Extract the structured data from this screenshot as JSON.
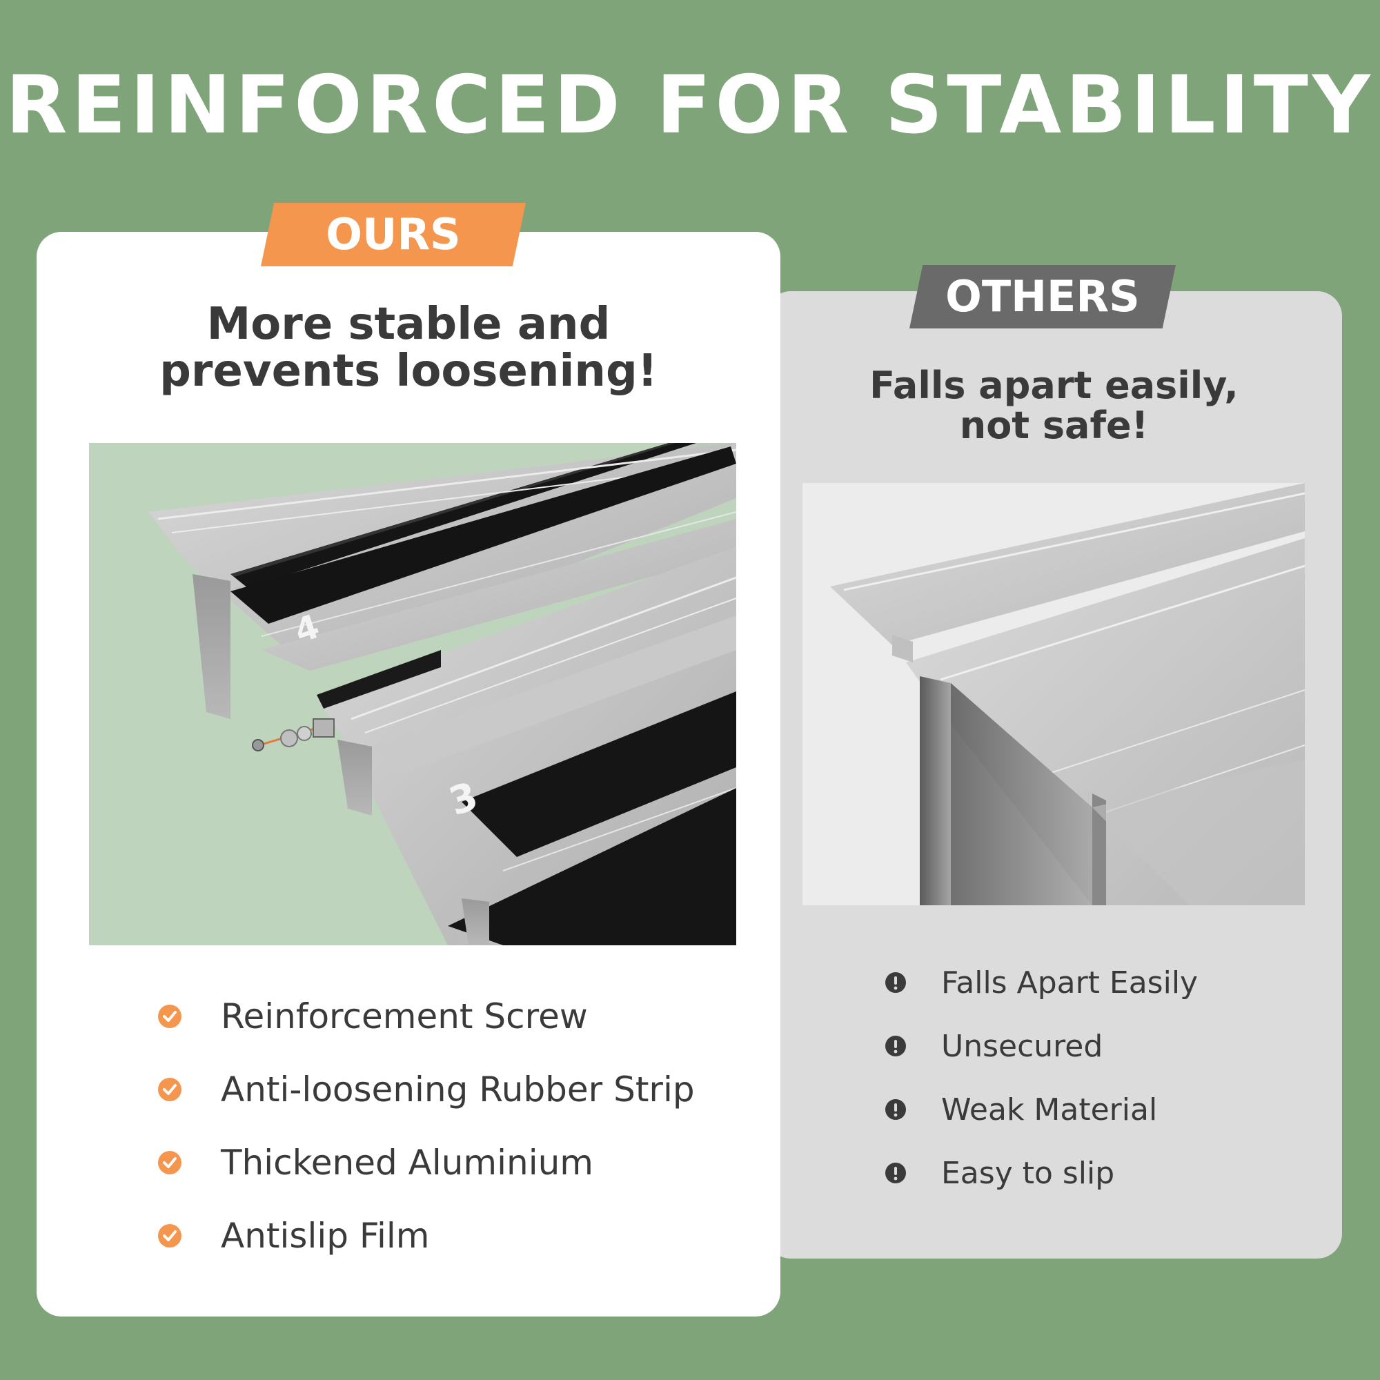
{
  "header": {
    "title": "REINFORCED FOR STABILITY"
  },
  "ours": {
    "tag": "OURS",
    "headline_line1": "More stable and",
    "headline_line2": "prevents loosening!",
    "step_labels": [
      "4",
      "3"
    ],
    "features": [
      "Reinforcement Screw",
      "Anti-loosening Rubber Strip",
      "Thickened Aluminium",
      "Antislip Film"
    ],
    "feature_icon": "check-circle-icon",
    "accent_color": "#f5964f"
  },
  "others": {
    "tag": "OTHERS",
    "headline_line1": "Falls apart easily,",
    "headline_line2": "not safe!",
    "drawbacks": [
      "Falls Apart Easily",
      "Unsecured",
      "Weak Material",
      "Easy to slip"
    ],
    "drawback_icon": "exclamation-circle-icon",
    "accent_color": "#6a6a6a"
  },
  "colors": {
    "background": "#7fa479",
    "card_ours": "#ffffff",
    "card_others": "#dcdcdc"
  }
}
